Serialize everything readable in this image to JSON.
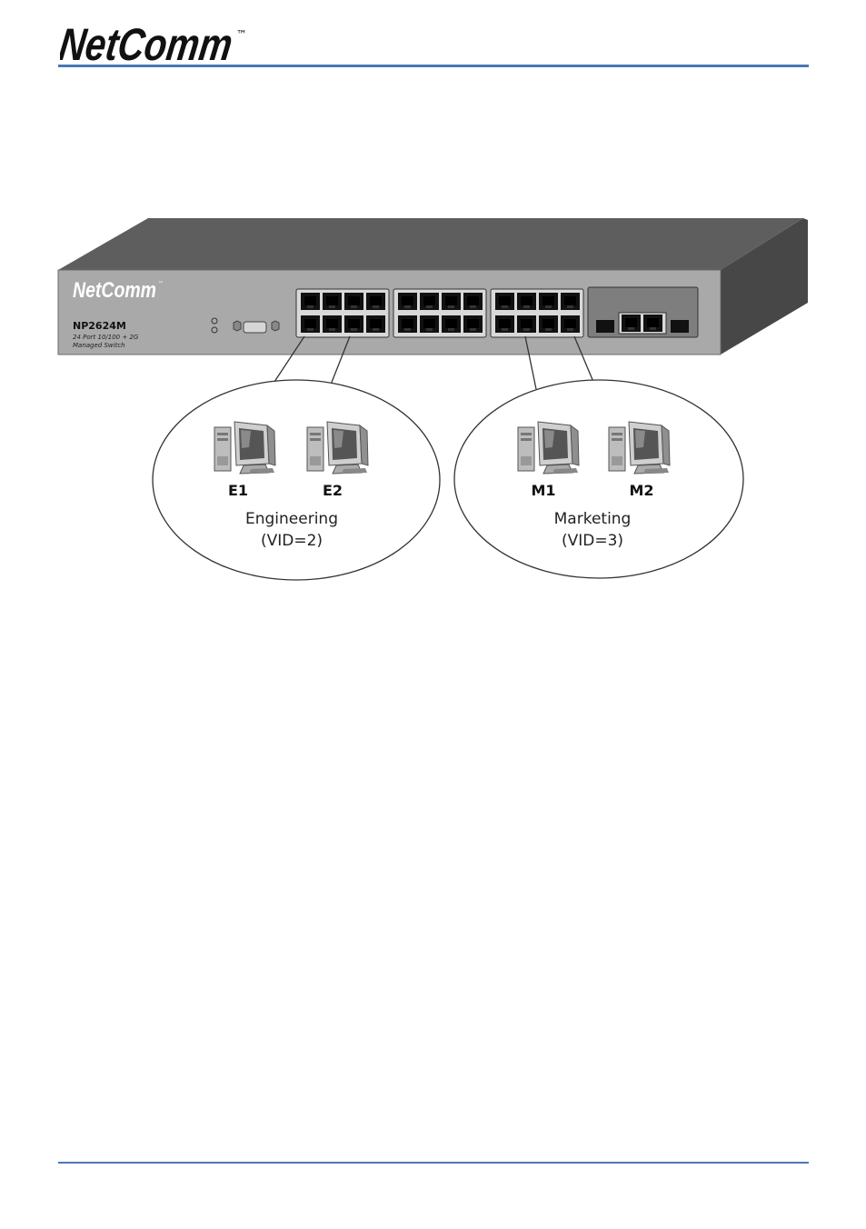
{
  "header": {
    "logo_text": "NetComm",
    "trademark": "™"
  },
  "diagram": {
    "switch": {
      "brand": "NetComm",
      "trademark": "™",
      "model": "NP2624M",
      "description_line1": "24 Port 10/100 + 2G",
      "description_line2": "Managed Switch"
    },
    "groups": [
      {
        "name": "Engineering",
        "vid": "(VID=2)",
        "hosts": [
          "E1",
          "E2"
        ]
      },
      {
        "name": "Marketing",
        "vid": "(VID=3)",
        "hosts": [
          "M1",
          "M2"
        ]
      }
    ]
  },
  "colors": {
    "accent_rule": "#4a78b5",
    "switch_top": "#5a5a5a",
    "switch_face": "#a8a8a8",
    "switch_side": "#454545"
  }
}
